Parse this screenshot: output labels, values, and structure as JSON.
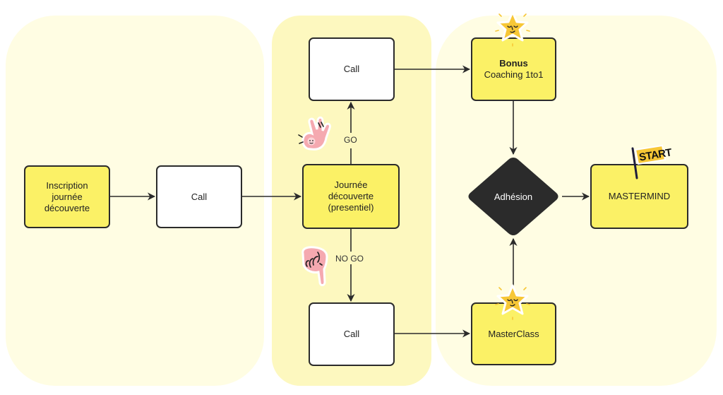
{
  "diagram": {
    "type": "flowchart",
    "lanes": [
      {
        "name": "lane-1"
      },
      {
        "name": "lane-2"
      },
      {
        "name": "lane-3"
      }
    ],
    "nodes": {
      "inscription": {
        "lines": [
          "Inscription",
          "journée",
          "découverte"
        ],
        "shape": "rectangle",
        "fill": "#fbf166"
      },
      "call_1": {
        "label": "Call",
        "shape": "rectangle",
        "fill": "#ffffff"
      },
      "journee": {
        "lines": [
          "Journée",
          "découverte",
          "(presentiel)"
        ],
        "shape": "rectangle",
        "fill": "#fbf166"
      },
      "call_go": {
        "label": "Call",
        "shape": "rectangle",
        "fill": "#ffffff"
      },
      "call_nogo": {
        "label": "Call",
        "shape": "rectangle",
        "fill": "#ffffff"
      },
      "bonus": {
        "title": "Bonus",
        "subtitle": "Coaching 1to1",
        "shape": "rectangle",
        "fill": "#fbf166"
      },
      "adhesion": {
        "label": "Adhésion",
        "shape": "diamond",
        "fill": "#2b2b2b"
      },
      "masterclass": {
        "label": "MasterClass",
        "shape": "rectangle",
        "fill": "#fbf166"
      },
      "mastermind": {
        "label": "MASTERMIND",
        "shape": "rectangle",
        "fill": "#fbf166"
      }
    },
    "edges": [
      {
        "from": "inscription",
        "to": "call_1",
        "label": ""
      },
      {
        "from": "call_1",
        "to": "journee",
        "label": ""
      },
      {
        "from": "journee",
        "to": "call_go",
        "label": "GO"
      },
      {
        "from": "journee",
        "to": "call_nogo",
        "label": "NO GO"
      },
      {
        "from": "call_go",
        "to": "bonus",
        "label": ""
      },
      {
        "from": "call_nogo",
        "to": "masterclass",
        "label": ""
      },
      {
        "from": "bonus",
        "to": "adhesion",
        "label": ""
      },
      {
        "from": "masterclass",
        "to": "adhesion",
        "label": ""
      },
      {
        "from": "adhesion",
        "to": "mastermind",
        "label": ""
      }
    ],
    "stickers": {
      "ok_hand": "ok-hand-icon",
      "pointing_down": "pointing-down-hand-icon",
      "star_bonus": "smiling-star-icon",
      "star_masterclass": "smiling-star-icon",
      "start_flag": {
        "icon": "start-flag-icon",
        "text": "START"
      }
    },
    "colors": {
      "node_yellow": "#fbf166",
      "lane_light": "#fffde3",
      "lane_mid": "#fdf8bf",
      "stroke": "#2b2b2b",
      "sticker_pink": "#f5a9b0",
      "sticker_star": "#f7c736"
    }
  }
}
